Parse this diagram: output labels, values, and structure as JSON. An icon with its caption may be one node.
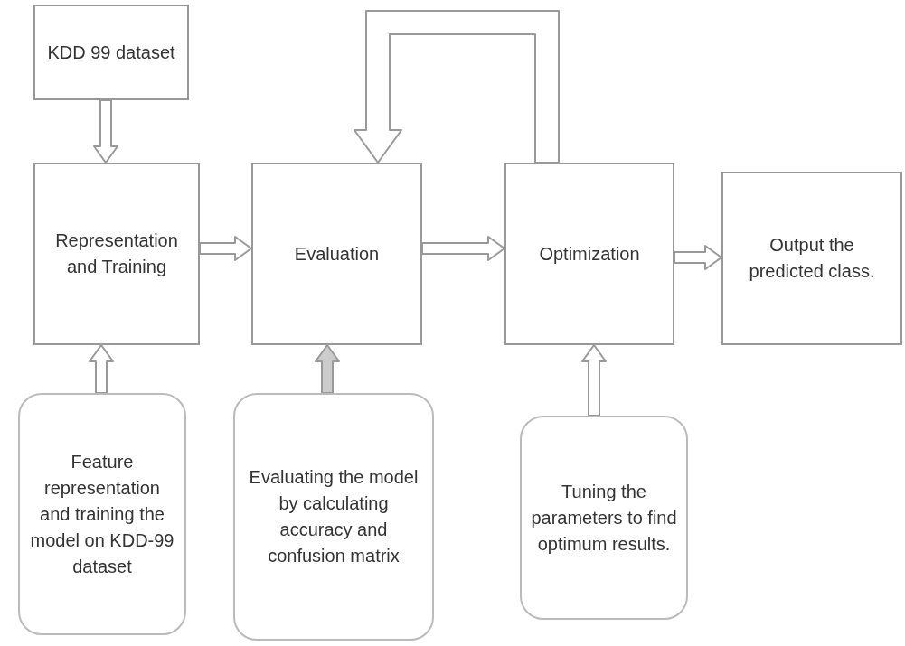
{
  "diagram": {
    "nodes": [
      {
        "text": [
          "KDD 99 dataset"
        ]
      },
      {
        "text": [
          "Representation and Training"
        ]
      },
      {
        "text": [
          "Evaluation"
        ]
      },
      {
        "text": [
          "Optimization"
        ]
      },
      {
        "text": [
          "Output the predicted class."
        ]
      },
      {
        "text": [
          "Feature representation and training the model on KDD-99 dataset"
        ]
      },
      {
        "text": [
          "Evaluating the model by calculating accuracy and confusion matrix"
        ]
      },
      {
        "text": [
          "Tuning the parameters to find optimum results."
        ]
      }
    ],
    "edges": [
      {
        "from": 0,
        "to": 1,
        "arrow": "to"
      },
      {
        "from": 1,
        "to": 2,
        "arrow": "to"
      },
      {
        "from": 2,
        "to": 3,
        "arrow": "to"
      },
      {
        "from": 3,
        "to": 4,
        "arrow": "to"
      },
      {
        "from": 3,
        "to": 2,
        "arrow": "to"
      },
      {
        "from": 5,
        "to": 1,
        "arrow": "to"
      },
      {
        "from": 6,
        "to": 2,
        "arrow": "to",
        "style": "thick"
      },
      {
        "from": 7,
        "to": 3,
        "arrow": "to"
      }
    ]
  }
}
